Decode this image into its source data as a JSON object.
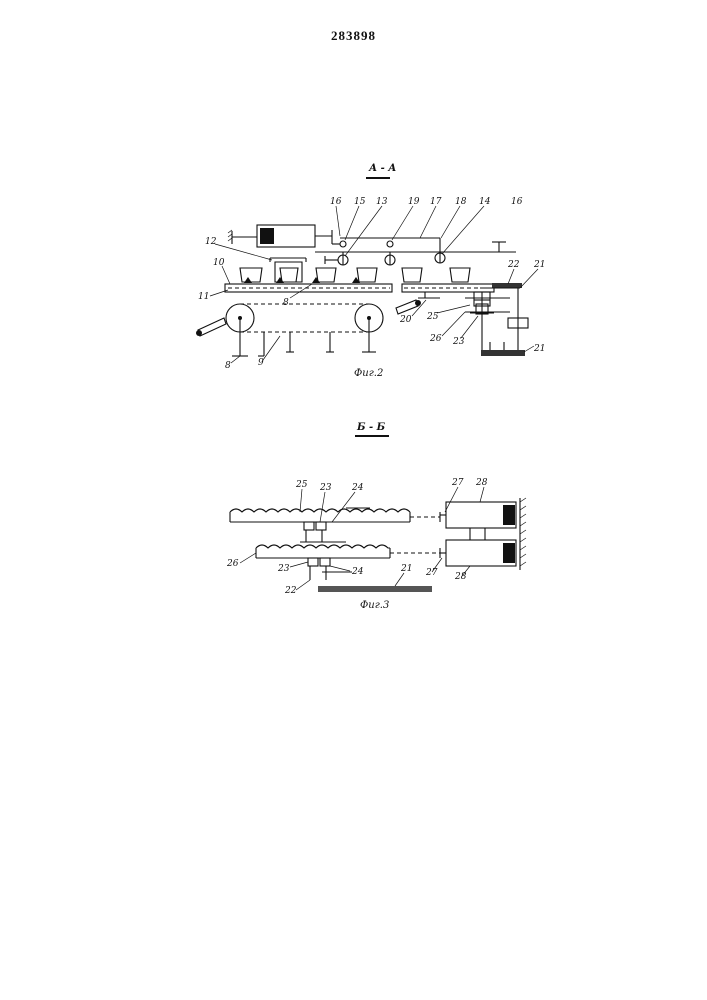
{
  "page_number": "283898",
  "fig2": {
    "section_label": "А - А",
    "caption": "Фиг.2",
    "labels": [
      "16",
      "15",
      "13",
      "19",
      "17",
      "18",
      "14",
      "16",
      "12",
      "10",
      "11",
      "8",
      "22",
      "21",
      "20",
      "25",
      "26",
      "23",
      "21",
      "8",
      "9"
    ]
  },
  "fig3": {
    "section_label": "Б - Б",
    "caption": "Фиг.3",
    "labels": [
      "25",
      "23",
      "24",
      "27",
      "28",
      "26",
      "23",
      "24",
      "27",
      "28",
      "22",
      "21"
    ]
  }
}
